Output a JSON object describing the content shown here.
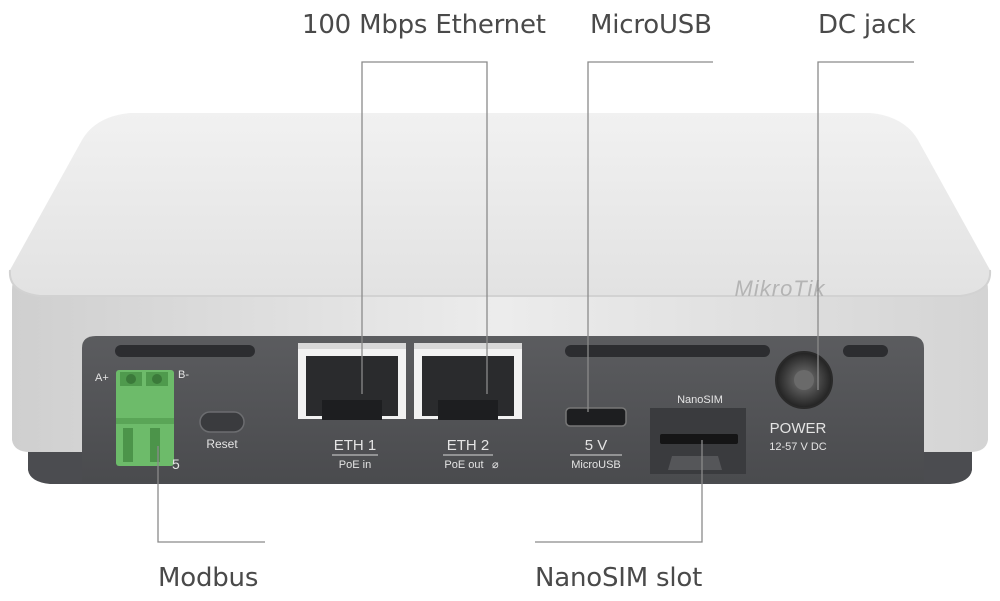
{
  "callouts": {
    "ethernet": "100 Mbps Ethernet",
    "microusb": "MicroUSB",
    "dc_jack": "DC jack",
    "modbus": "Modbus",
    "nanosim_slot": "NanoSIM slot"
  },
  "device": {
    "brand": "MikroTik",
    "port_labels": {
      "rs485_a": "A+",
      "rs485_b": "B-",
      "rs485_num": "5",
      "reset": "Reset",
      "eth1": "ETH 1",
      "eth1_sub": "PoE in",
      "eth2": "ETH 2",
      "eth2_sub": "PoE out",
      "usb": "5 V",
      "usb_sub": "MicroUSB",
      "nanosim": "NanoSIM",
      "power": "POWER",
      "power_sub": "12-57 V DC"
    }
  },
  "colors": {
    "line": "#8a8a8a",
    "text": "#4a4a4a",
    "terminal": "#6dbb6a"
  }
}
